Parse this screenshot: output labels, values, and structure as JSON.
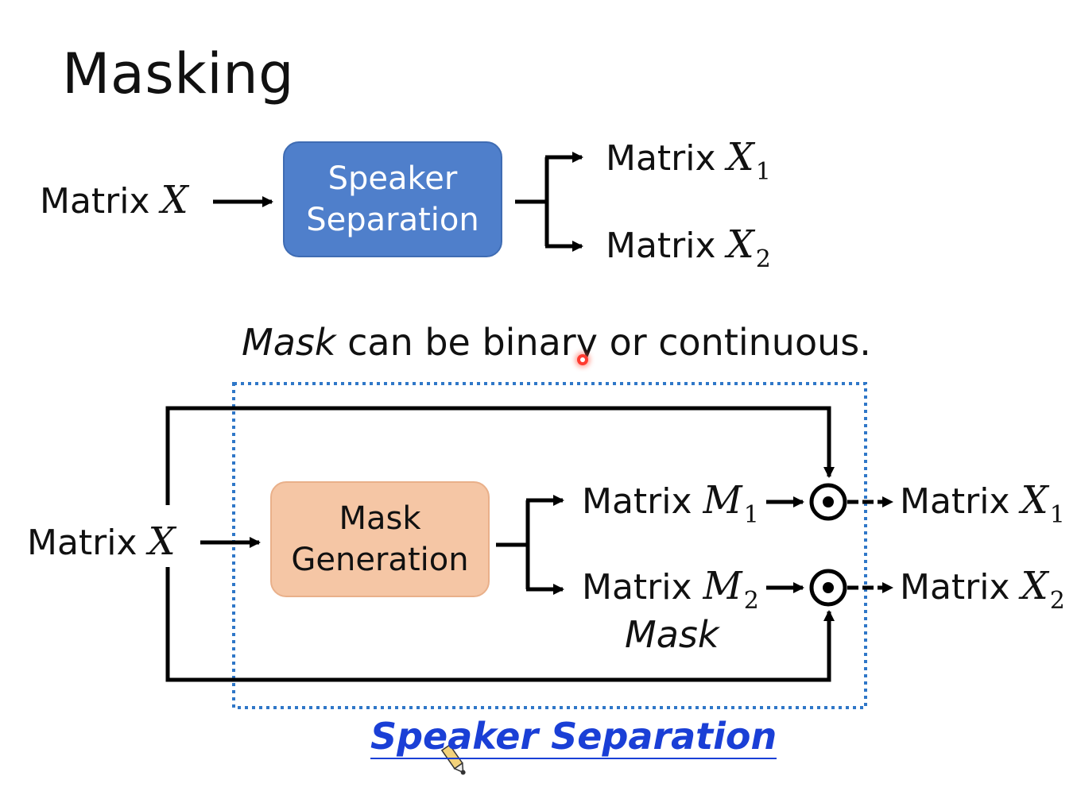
{
  "title": "Masking",
  "top_diagram": {
    "input_text": "Matrix",
    "input_var": "X",
    "box_line1": "Speaker",
    "box_line2": "Separation",
    "out1_text": "Matrix",
    "out1_var": "X",
    "out1_sub": "1",
    "out2_text": "Matrix",
    "out2_var": "X",
    "out2_sub": "2"
  },
  "caption": {
    "italic": "Mask",
    "rest": " can be binary or continuous."
  },
  "bottom_diagram": {
    "input_text": "Matrix",
    "input_var": "X",
    "box_line1": "Mask",
    "box_line2": "Generation",
    "m1_text": "Matrix",
    "m1_var": "M",
    "m1_sub": "1",
    "m2_text": "Matrix",
    "m2_var": "M",
    "m2_sub": "2",
    "mask_label": "Mask",
    "out1_text": "Matrix",
    "out1_var": "X",
    "out1_sub": "1",
    "out2_text": "Matrix",
    "out2_var": "X",
    "out2_sub": "2"
  },
  "footer_link": "Speaker Separation",
  "colors": {
    "separation_box": "#4f7fcb",
    "mask_box": "#f5c6a5",
    "dotted_frame": "#2f77c8",
    "link": "#1a3fd6"
  }
}
